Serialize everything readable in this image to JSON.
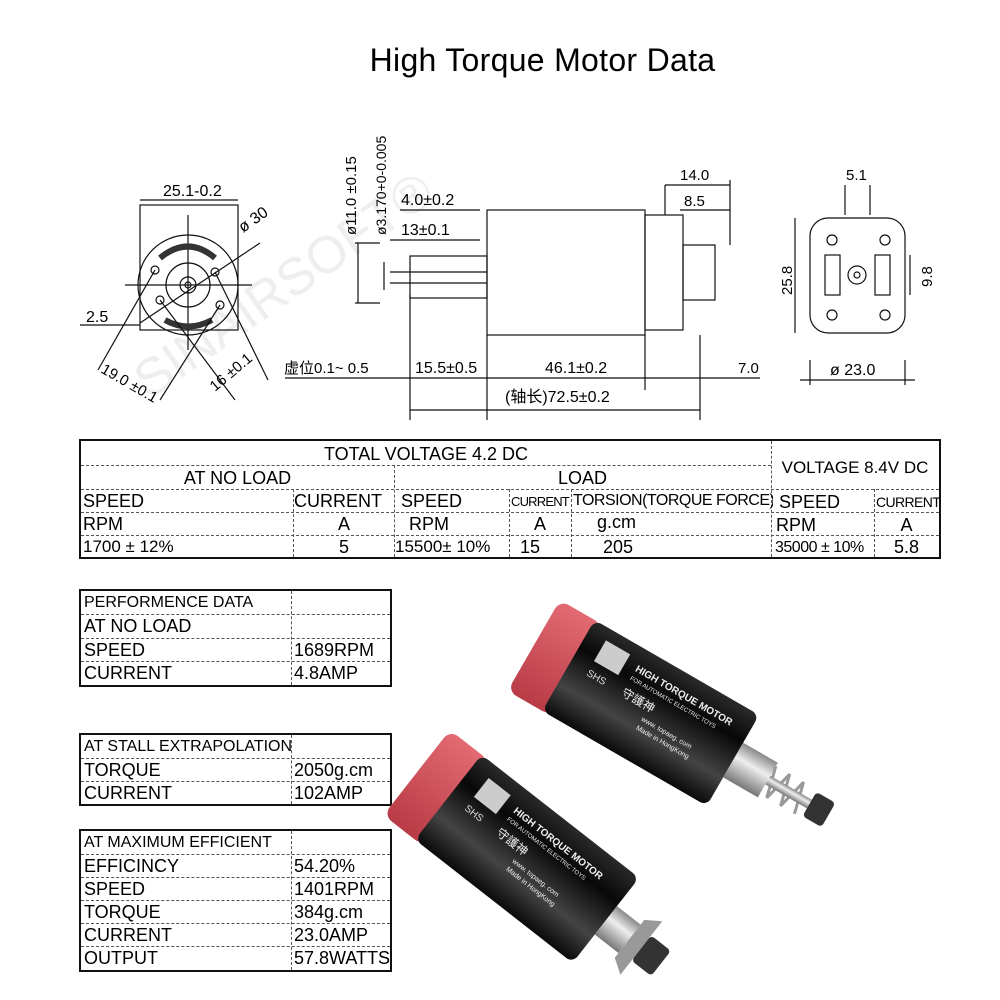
{
  "title": "High Torque Motor Data",
  "drawing": {
    "front_view": {
      "width": "25.1-0.2",
      "diameter": "ø 30",
      "offset": "2.5",
      "hole_span_a": "19.0 ±0.1",
      "hole_span_b": "16 ±0.1"
    },
    "side_view": {
      "boss_dia": "ø11.0 ±0.15",
      "shaft_dia": "ø3.170+0-0.005",
      "boss_len": "4.0±0.2",
      "shaft_seg": "13±0.1",
      "virtual_pos": "虚位0.1~ 0.5",
      "shaft_len": "15.5±0.5",
      "body_len": "46.1±0.2",
      "cap_len": "7.0",
      "total_len": "(轴长)72.5±0.2",
      "end_a": "14.0",
      "end_b": "8.5"
    },
    "rear_view": {
      "top": "5.1",
      "height": "25.8",
      "inner": "9.8",
      "diameter": "ø 23.0"
    }
  },
  "main_table": {
    "title_42": "TOTAL VOLTAGE 4.2 DC",
    "title_84": "VOLTAGE 8.4V DC",
    "no_load": "AT NO LOAD",
    "load": "LOAD",
    "headers": [
      "SPEED",
      "CURRENT",
      "SPEED",
      "CURRENT",
      "TORSION(TORQUE FORCE)",
      "SPEED",
      "CURRENT"
    ],
    "units": [
      "RPM",
      "A",
      "RPM",
      "A",
      "g.cm",
      "RPM",
      "A"
    ],
    "values": [
      "1700 ± 12%",
      "5",
      "15500± 10%",
      "15",
      "205",
      "35000 ± 10%",
      "5.8"
    ]
  },
  "performance": {
    "rows": [
      [
        "PERFORMENCE DATA",
        ""
      ],
      [
        "AT NO LOAD",
        ""
      ],
      [
        "SPEED",
        "1689RPM"
      ],
      [
        "CURRENT",
        "4.8AMP"
      ]
    ]
  },
  "stall": {
    "rows": [
      [
        "AT STALL EXTRAPOLATION",
        ""
      ],
      [
        "TORQUE",
        "2050g.cm"
      ],
      [
        "CURRENT",
        "102AMP"
      ]
    ]
  },
  "max_eff": {
    "rows": [
      [
        "AT MAXIMUM EFFICIENT",
        ""
      ],
      [
        "EFFICINCY",
        "54.20%"
      ],
      [
        "SPEED",
        "1401RPM"
      ],
      [
        "TORQUE",
        "384g.cm"
      ],
      [
        "CURRENT",
        "23.0AMP"
      ],
      [
        "OUTPUT",
        "57.8WATTS"
      ]
    ]
  },
  "motor_label": {
    "brand": "SHS",
    "line1": "HIGH TORQUE MOTOR",
    "line2": "FOR AUTOMATIC ELECTRIC TOYS",
    "chinese": "守護神",
    "url": "www. topaeg. com",
    "origin": "Made in HongKong"
  },
  "watermark": "SINAIRSOFT®",
  "colors": {
    "cap": "#d9545e",
    "body": "#121212",
    "shaft": "#b9bcc0"
  }
}
